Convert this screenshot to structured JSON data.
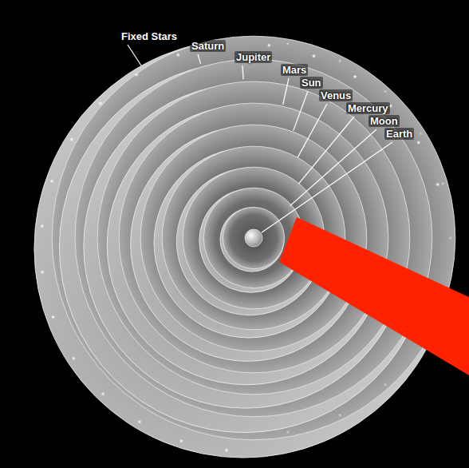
{
  "diagram": {
    "labels": [
      "Fixed Stars",
      "Saturn",
      "Jupiter",
      "Mars",
      "Sun",
      "Venus",
      "Mercury",
      "Moon",
      "Earth"
    ]
  }
}
